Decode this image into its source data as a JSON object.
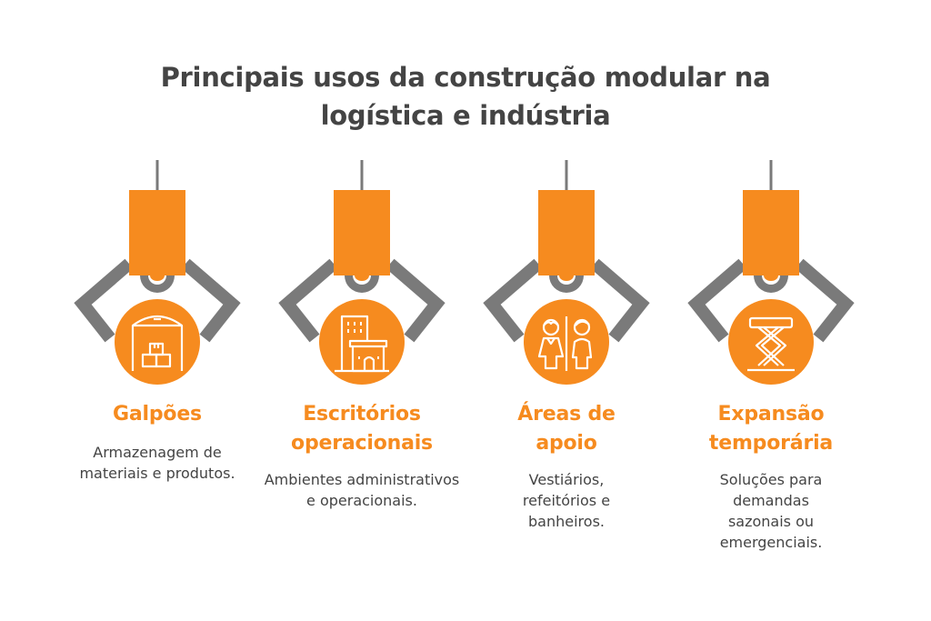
{
  "title": {
    "line1": "Principais usos da construção modular na",
    "line2": "logística e indústria"
  },
  "colors": {
    "accent": "#F68B1F",
    "claw": "#7A7A7A",
    "text": "#444444",
    "background": "#FFFFFF"
  },
  "items": [
    {
      "icon": "warehouse-icon",
      "heading": "Galpões",
      "description": "Armazenagem de materiais e produtos."
    },
    {
      "icon": "office-building-icon",
      "heading": "Escritórios operacionais",
      "description": "Ambientes administrativos e operacionais."
    },
    {
      "icon": "restroom-icon",
      "heading": "Áreas de apoio",
      "description": "Vestiários, refeitórios e banheiros."
    },
    {
      "icon": "scissor-lift-icon",
      "heading": "Expansão temporária",
      "description": "Soluções para demandas sazonais ou emergenciais."
    }
  ]
}
